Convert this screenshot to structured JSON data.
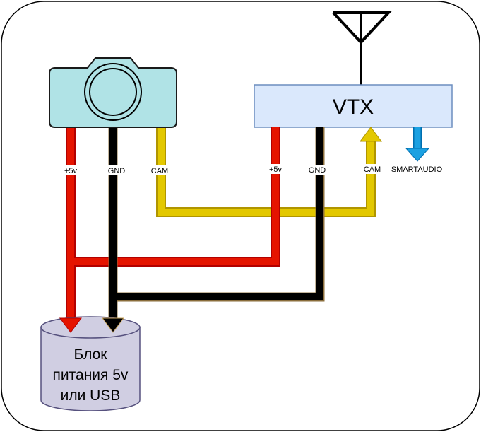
{
  "vtx": {
    "label": "VTX"
  },
  "camera_wires": {
    "power": "+5v",
    "ground": "GND",
    "video": "CAM"
  },
  "vtx_wires": {
    "power": "+5v",
    "ground": "GND",
    "video": "CAM",
    "control": "SMARTAUDIO"
  },
  "power_supply": {
    "line1": "Блок",
    "line2": "питания 5v",
    "line3": "или USB"
  },
  "colors": {
    "power": "#e51400",
    "ground": "#000000",
    "video": "#e3c800",
    "smartaudio": "#1ba1e2",
    "camera": "#b0e3e6",
    "vtx": "#dae8fc",
    "power_supply": "#d0cee2"
  },
  "icons": [
    "camera-icon",
    "antenna-icon"
  ]
}
